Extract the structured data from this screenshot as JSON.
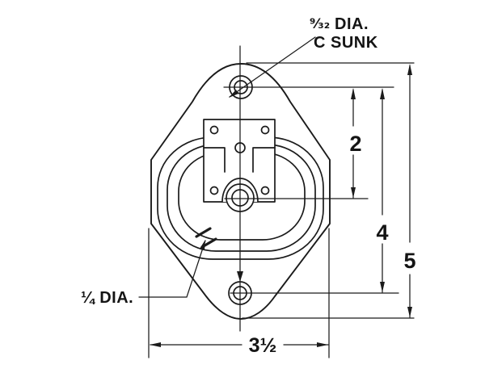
{
  "drawing": {
    "type": "technical-dimension-drawing",
    "subject": "recessed D-ring tie-down mounting plate, front view",
    "notes": {
      "countersunk_hole_fraction": "⁹⁄₃₂",
      "countersunk_hole_suffix": "DIA.",
      "countersunk_hole_line2": "C SUNK",
      "ring_rod_note": "¼ DIA."
    },
    "dimensions": {
      "top_hole_to_center": "2",
      "top_hole_to_bottom_hole": "4",
      "overall_height": "5",
      "overall_width": "3½"
    },
    "colors": {
      "ink": "#1b1b1b",
      "paper": "#ffffff"
    }
  }
}
